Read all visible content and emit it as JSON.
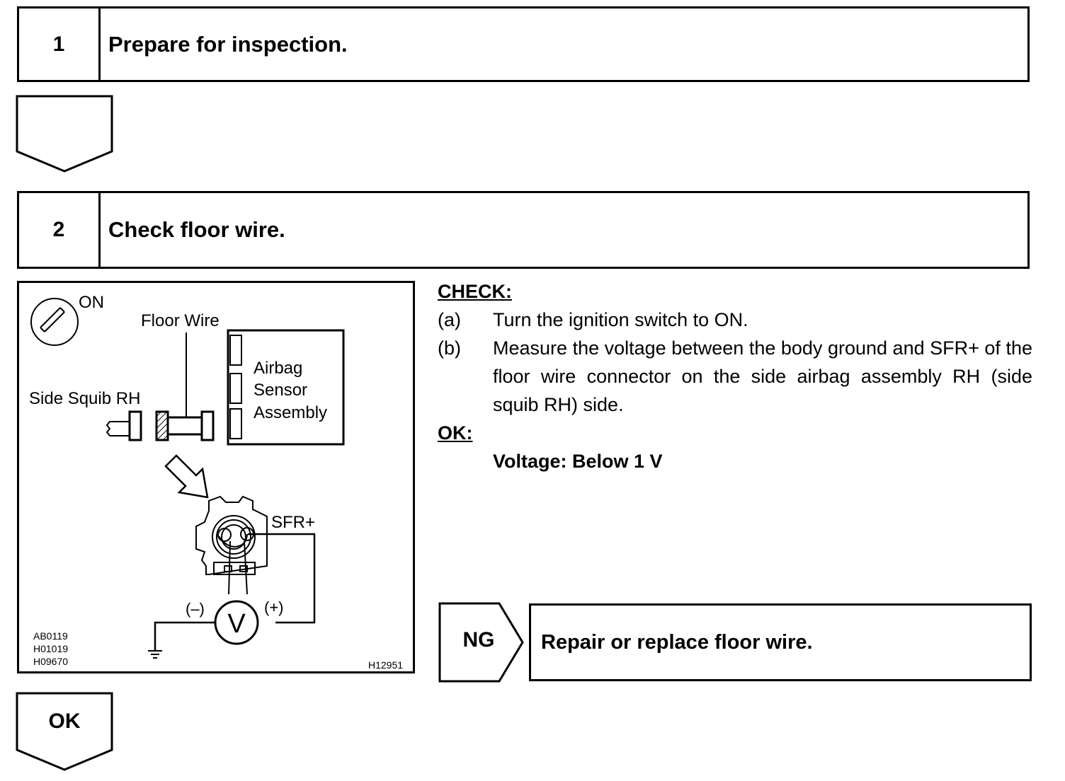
{
  "step1": {
    "number": "1",
    "title": "Prepare for inspection."
  },
  "step2": {
    "number": "2",
    "title": "Check floor wire."
  },
  "figure": {
    "ignition_label": "ON",
    "floor_wire_label": "Floor Wire",
    "side_squib_label": "Side Squib RH",
    "sensor_label_lines": [
      "Airbag",
      "Sensor",
      "Assembly"
    ],
    "terminal_label": "SFR+",
    "neg_label": "(–)",
    "pos_label": "(+)",
    "meter_label": "V",
    "ref_codes": [
      "AB0119",
      "H01019",
      "H09670"
    ],
    "fig_id": "H12951"
  },
  "check": {
    "heading": "CHECK:",
    "items": [
      {
        "label": "(a)",
        "text": "Turn the ignition switch to ON."
      },
      {
        "label": "(b)",
        "text": "Measure the voltage between the body ground and SFR+ of the floor wire connector on the side airbag assembly RH (side squib RH) side."
      }
    ],
    "ok_heading": "OK:",
    "ok_value": "Voltage: Below 1 V"
  },
  "ng": {
    "label": "NG",
    "action": "Repair or replace floor wire."
  },
  "ok_arrow": {
    "label": "OK"
  }
}
